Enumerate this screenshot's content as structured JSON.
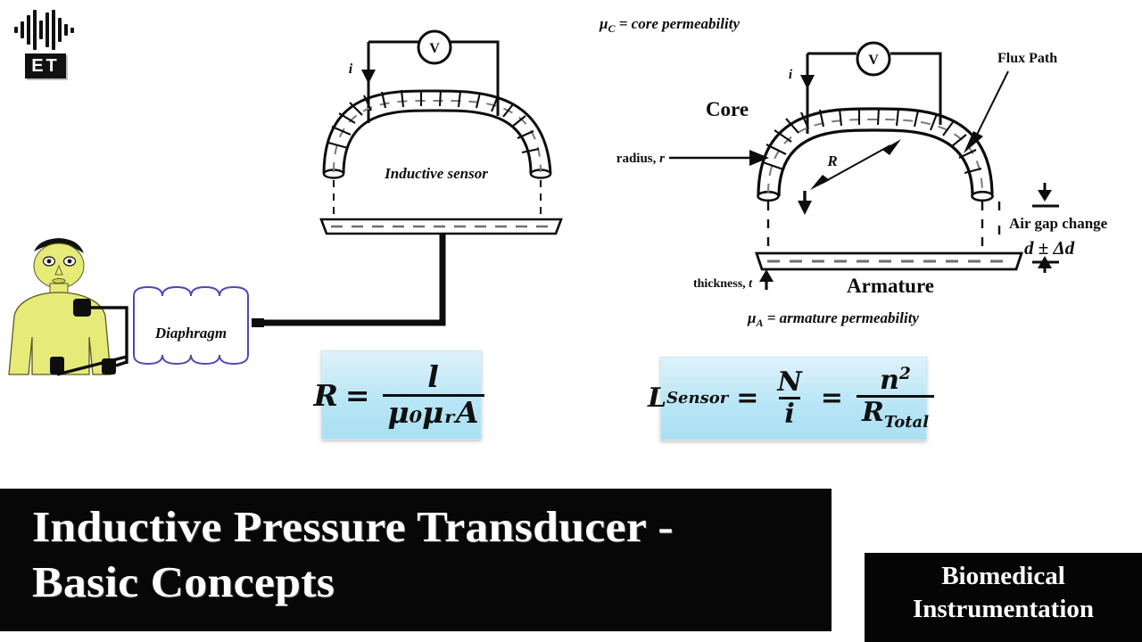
{
  "logo": {
    "icon": "audio-waveform-icon",
    "text": "ET"
  },
  "figure_left": {
    "caption": "Inductive sensor",
    "voltmeter_label": "V",
    "current_label": "i",
    "diaphragm_label": "Diaphragm",
    "subject": "patient-figure"
  },
  "figure_right": {
    "core_permeability": "μᴄ = core permeability",
    "core_label": "Core",
    "radius_label": "radius, r",
    "curvature_label": "R",
    "flux_path_label": "Flux Path",
    "air_gap_label": "Air gap change",
    "air_gap_value": "d ± Δd",
    "thickness_label": "thickness, t",
    "armature_label": "Armature",
    "armature_permeability": "μᴀ = armature permeability",
    "voltmeter_label": "V",
    "current_label": "i"
  },
  "formulas": {
    "reluctance": {
      "lhs": "R",
      "eq": "=",
      "numerator": "l",
      "denominator": "μ₀μᵣA"
    },
    "inductance": {
      "lhs": "L",
      "lhs_sub": "Sensor",
      "eq1": "=",
      "num1": "N",
      "den1": "i",
      "eq2": "=",
      "num2": "n",
      "num2_sup": "2",
      "den2": "R",
      "den2_sub": "Total"
    }
  },
  "banner": {
    "title_line1": "Inductive Pressure Transducer -",
    "title_line2": "Basic Concepts"
  },
  "subject_badge": {
    "line1": "Biomedical",
    "line2": "Instrumentation"
  },
  "colors": {
    "background": "#ffffff",
    "banner_bg": "#070707",
    "banner_text": "#ffffff",
    "formula_box": "#b9e6f6",
    "body_fill": "#e6ea79",
    "diaphragm_stroke": "#4a4ab5",
    "ink": "#0d0d0d"
  }
}
